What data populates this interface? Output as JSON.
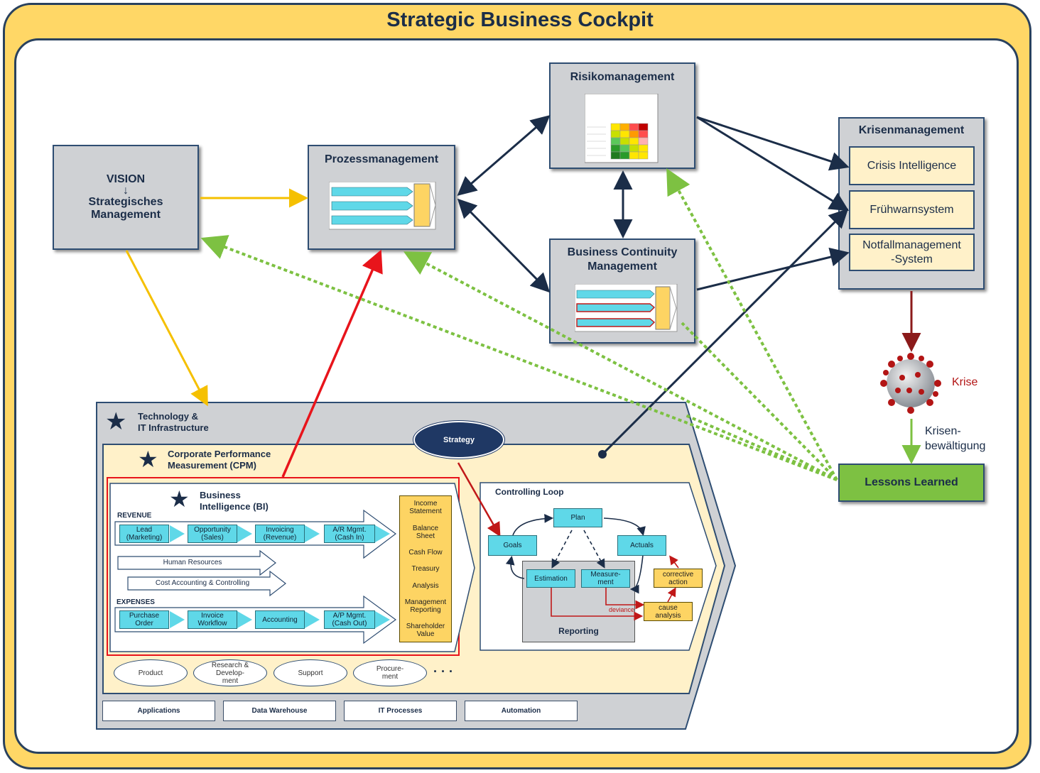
{
  "title": "Strategic Business Cockpit",
  "vision": {
    "line1": "VISION",
    "arrow": "↓",
    "line2": "Strategisches",
    "line3": "Management"
  },
  "prozess": {
    "title": "Prozessmanagement"
  },
  "risiko": {
    "title": "Risikomanagement"
  },
  "bcm": {
    "title": "Business Continuity Management"
  },
  "krisen": {
    "title": "Krisenmanagement",
    "items": [
      "Crisis Intelligence",
      "Frühwarnsystem",
      "Notfallmanagement\n-System"
    ]
  },
  "krise_label": "Krise",
  "bewaeltigung_label": "Krisen-\nbewältigung",
  "lessons": "Lessons Learned",
  "tech": {
    "title": "Technology &\nIT Infrastructure",
    "bottom": [
      "Applications",
      "Data Warehouse",
      "IT Processes",
      "Automation"
    ]
  },
  "cpm": {
    "title": "Corporate Performance\nMeasurement (CPM)",
    "strategy": "Strategy",
    "pills": [
      "Product",
      "Research &\nDevelop-\nment",
      "Support",
      "Procure-\nment"
    ],
    "ellipsis": "· · ·"
  },
  "bi": {
    "title": "Business\nIntelligence (BI)",
    "revenue_label": "REVENUE",
    "revenue": [
      "Lead\n(Marketing)",
      "Opportunity\n(Sales)",
      "Invoicing\n(Revenue)",
      "A/R Mgmt.\n(Cash In)"
    ],
    "hr": "Human Resources",
    "cost": "Cost Accounting & Controlling",
    "expenses_label": "EXPENSES",
    "expenses": [
      "Purchase\nOrder",
      "Invoice\nWorkflow",
      "Accounting",
      "A/P Mgmt.\n(Cash Out)"
    ],
    "reports": [
      "Income\nStatement",
      "Balance\nSheet",
      "Cash Flow",
      "Treasury",
      "Analysis",
      "Management\nReporting",
      "Shareholder\nValue"
    ]
  },
  "loop": {
    "title": "Controlling Loop",
    "plan": "Plan",
    "goals": "Goals",
    "actuals": "Actuals",
    "estimation": "Estimation",
    "measurement": "Measure-\nment",
    "corrective": "corrective\naction",
    "cause": "cause\nanalysis",
    "deviance": "deviance",
    "reporting": "Reporting"
  },
  "colors": {
    "frame": "#ffd766",
    "navy": "#1b2d48",
    "grey_box": "#cfd1d4",
    "green": "#7dc142",
    "red": "#e8141b",
    "cyan": "#5fd8e8",
    "yellow_box": "#fdd463",
    "cream": "#fff1c9"
  }
}
